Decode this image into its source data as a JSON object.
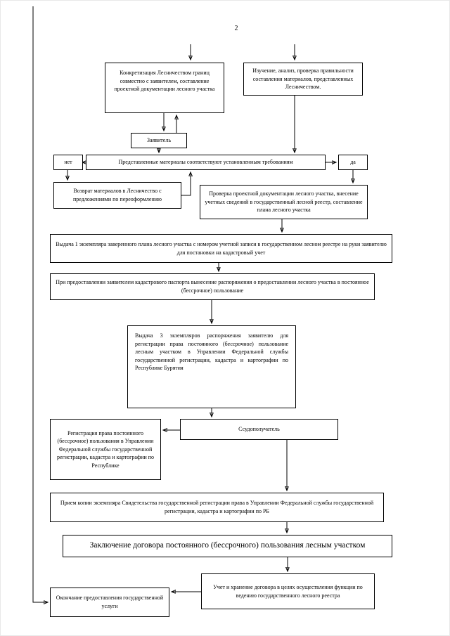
{
  "page": {
    "number": "2"
  },
  "colors": {
    "background": "#ffffff",
    "box_border": "#000000",
    "line": "#000000",
    "text": "#000000"
  },
  "nodes": {
    "concretization": "Конкретизация Лесничеством границ совместно с заявителем, составление проектной документации лесного участка",
    "study": "Изучение, анализ, проверка правильности составления материалов, представленных Лесничеством.",
    "applicant": "Заявитель",
    "requirements": "Представленные материалы соответствуют установленным требованиям",
    "no": "нет",
    "yes": "да",
    "return": "Возврат материалов в Лесничество с предложениями по переоформлению",
    "check": "Проверка проектной документации лесного участка, внесение учетных сведений в государственный лесной реестр, составление плана лесного участка",
    "issue_plan": "Выдача 1 экземпляра заверенного плана лесного участка с номером учетной записи в государственном лесном реестре на руки заявителю для постановки на кадастровый учет",
    "order": "При предоставлении заявителем кадастрового паспорта вынесение распоряжения о предоставлении лесного участка в постоянное (бессрочное) пользование",
    "issue_three": "Выдача 3 экземпляров распоряжения заявителю для регистрации права постоянного (бессрочное) пользование лесным участком в Управлении Федеральной службы государственной регистрации, кадастра и картографии по Республике Бурятия",
    "registration": "Регистрация права постоянного (бессрочное) пользования в Управлении Федеральной службы государственной регистрации, кадастра и картографии по Республике",
    "recipient": "Ссудополучатель",
    "certificate": "Прием копии экземпляра Свидетельства государственной регистрации права в Управлении Федеральной службы государственной регистрации, кадастра и картографии по РБ",
    "contract": "Заключение договора постоянного (бессрочного) пользования лесным участком",
    "storage": "Учет и хранение договора в целях осуществления функции по ведению государственного лесного реестра",
    "end": "Окончание предоставления государственной услуги"
  }
}
